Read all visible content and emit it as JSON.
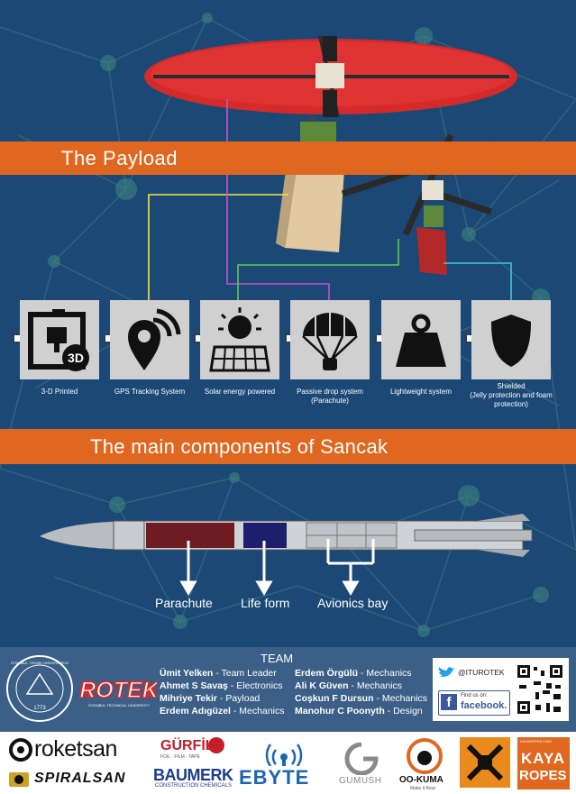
{
  "banners": {
    "payload": "The Payload",
    "components": "The main components of Sancak"
  },
  "features": [
    {
      "label": "3-D Printed",
      "icon": "3d-printer-icon",
      "badge": "3D"
    },
    {
      "label": "GPS Tracking System",
      "icon": "gps-icon"
    },
    {
      "label": "Solar energy powered",
      "icon": "solar-panel-icon"
    },
    {
      "label": "Passive drop system",
      "sublabel": "(Parachute)",
      "icon": "parachute-icon"
    },
    {
      "label": "Lightweight system",
      "icon": "weight-icon"
    },
    {
      "label": "Shielded",
      "sublabel": "(Jelly protection and foam protection)",
      "icon": "shield-icon"
    }
  ],
  "rocket_parts": [
    "Parachute",
    "Life form",
    "Avionics bay"
  ],
  "team": {
    "title": "TEAM",
    "members": [
      {
        "name": "Ümit Yelken",
        "role": " - Team Leader"
      },
      {
        "name": "Ahmet S Savaş",
        "role": " - Electronics"
      },
      {
        "name": "Mihriye Tekir",
        "role": " - Payload"
      },
      {
        "name": "Erdem Adıgüzel",
        "role": " - Mechanics"
      },
      {
        "name": "Erdem Örgülü",
        "role": " - Mechanics"
      },
      {
        "name": "Ali K Güven",
        "role": " - Mechanics"
      },
      {
        "name": "Coşkun F Dursun",
        "role": " - Mechanics"
      },
      {
        "name": "Manohur C Poonyth",
        "role": " - Design"
      }
    ],
    "itu_logo_text": "İSTANBUL TEKNİK ÜNİVERSİTESİ",
    "itu_year": "1773",
    "rotek_logo": "ROTEK",
    "rotek_sub": "İSTANBUL TECHNICAL UNIVERSITY",
    "twitter": "@ITUROTEK",
    "facebook_find": "Find us on:",
    "facebook": "facebook."
  },
  "sponsors": {
    "roketsan": "roketsan",
    "spiralsan": "SPIRALSAN",
    "gurfil": "GÜRFİL",
    "gurfil_sub": "FOIL · FILM · TAPE",
    "baumerk": "BAUMERK",
    "baumerk_sub": "CONSTRUCTION CHEMICALS",
    "ebyte": "EBYTE",
    "gumush": "GUMUSH",
    "ookuma": "OO-KUMA",
    "ookuma_sub": "Make it Real",
    "kayaropes_url": "KAYAROPES.COM",
    "kaya": "KAYA",
    "ropes": "ROPES"
  },
  "colors": {
    "background": "#1c4876",
    "banner": "#e0671f",
    "team_panel": "#3b5f86",
    "rotor_red": "#d42a2a"
  }
}
